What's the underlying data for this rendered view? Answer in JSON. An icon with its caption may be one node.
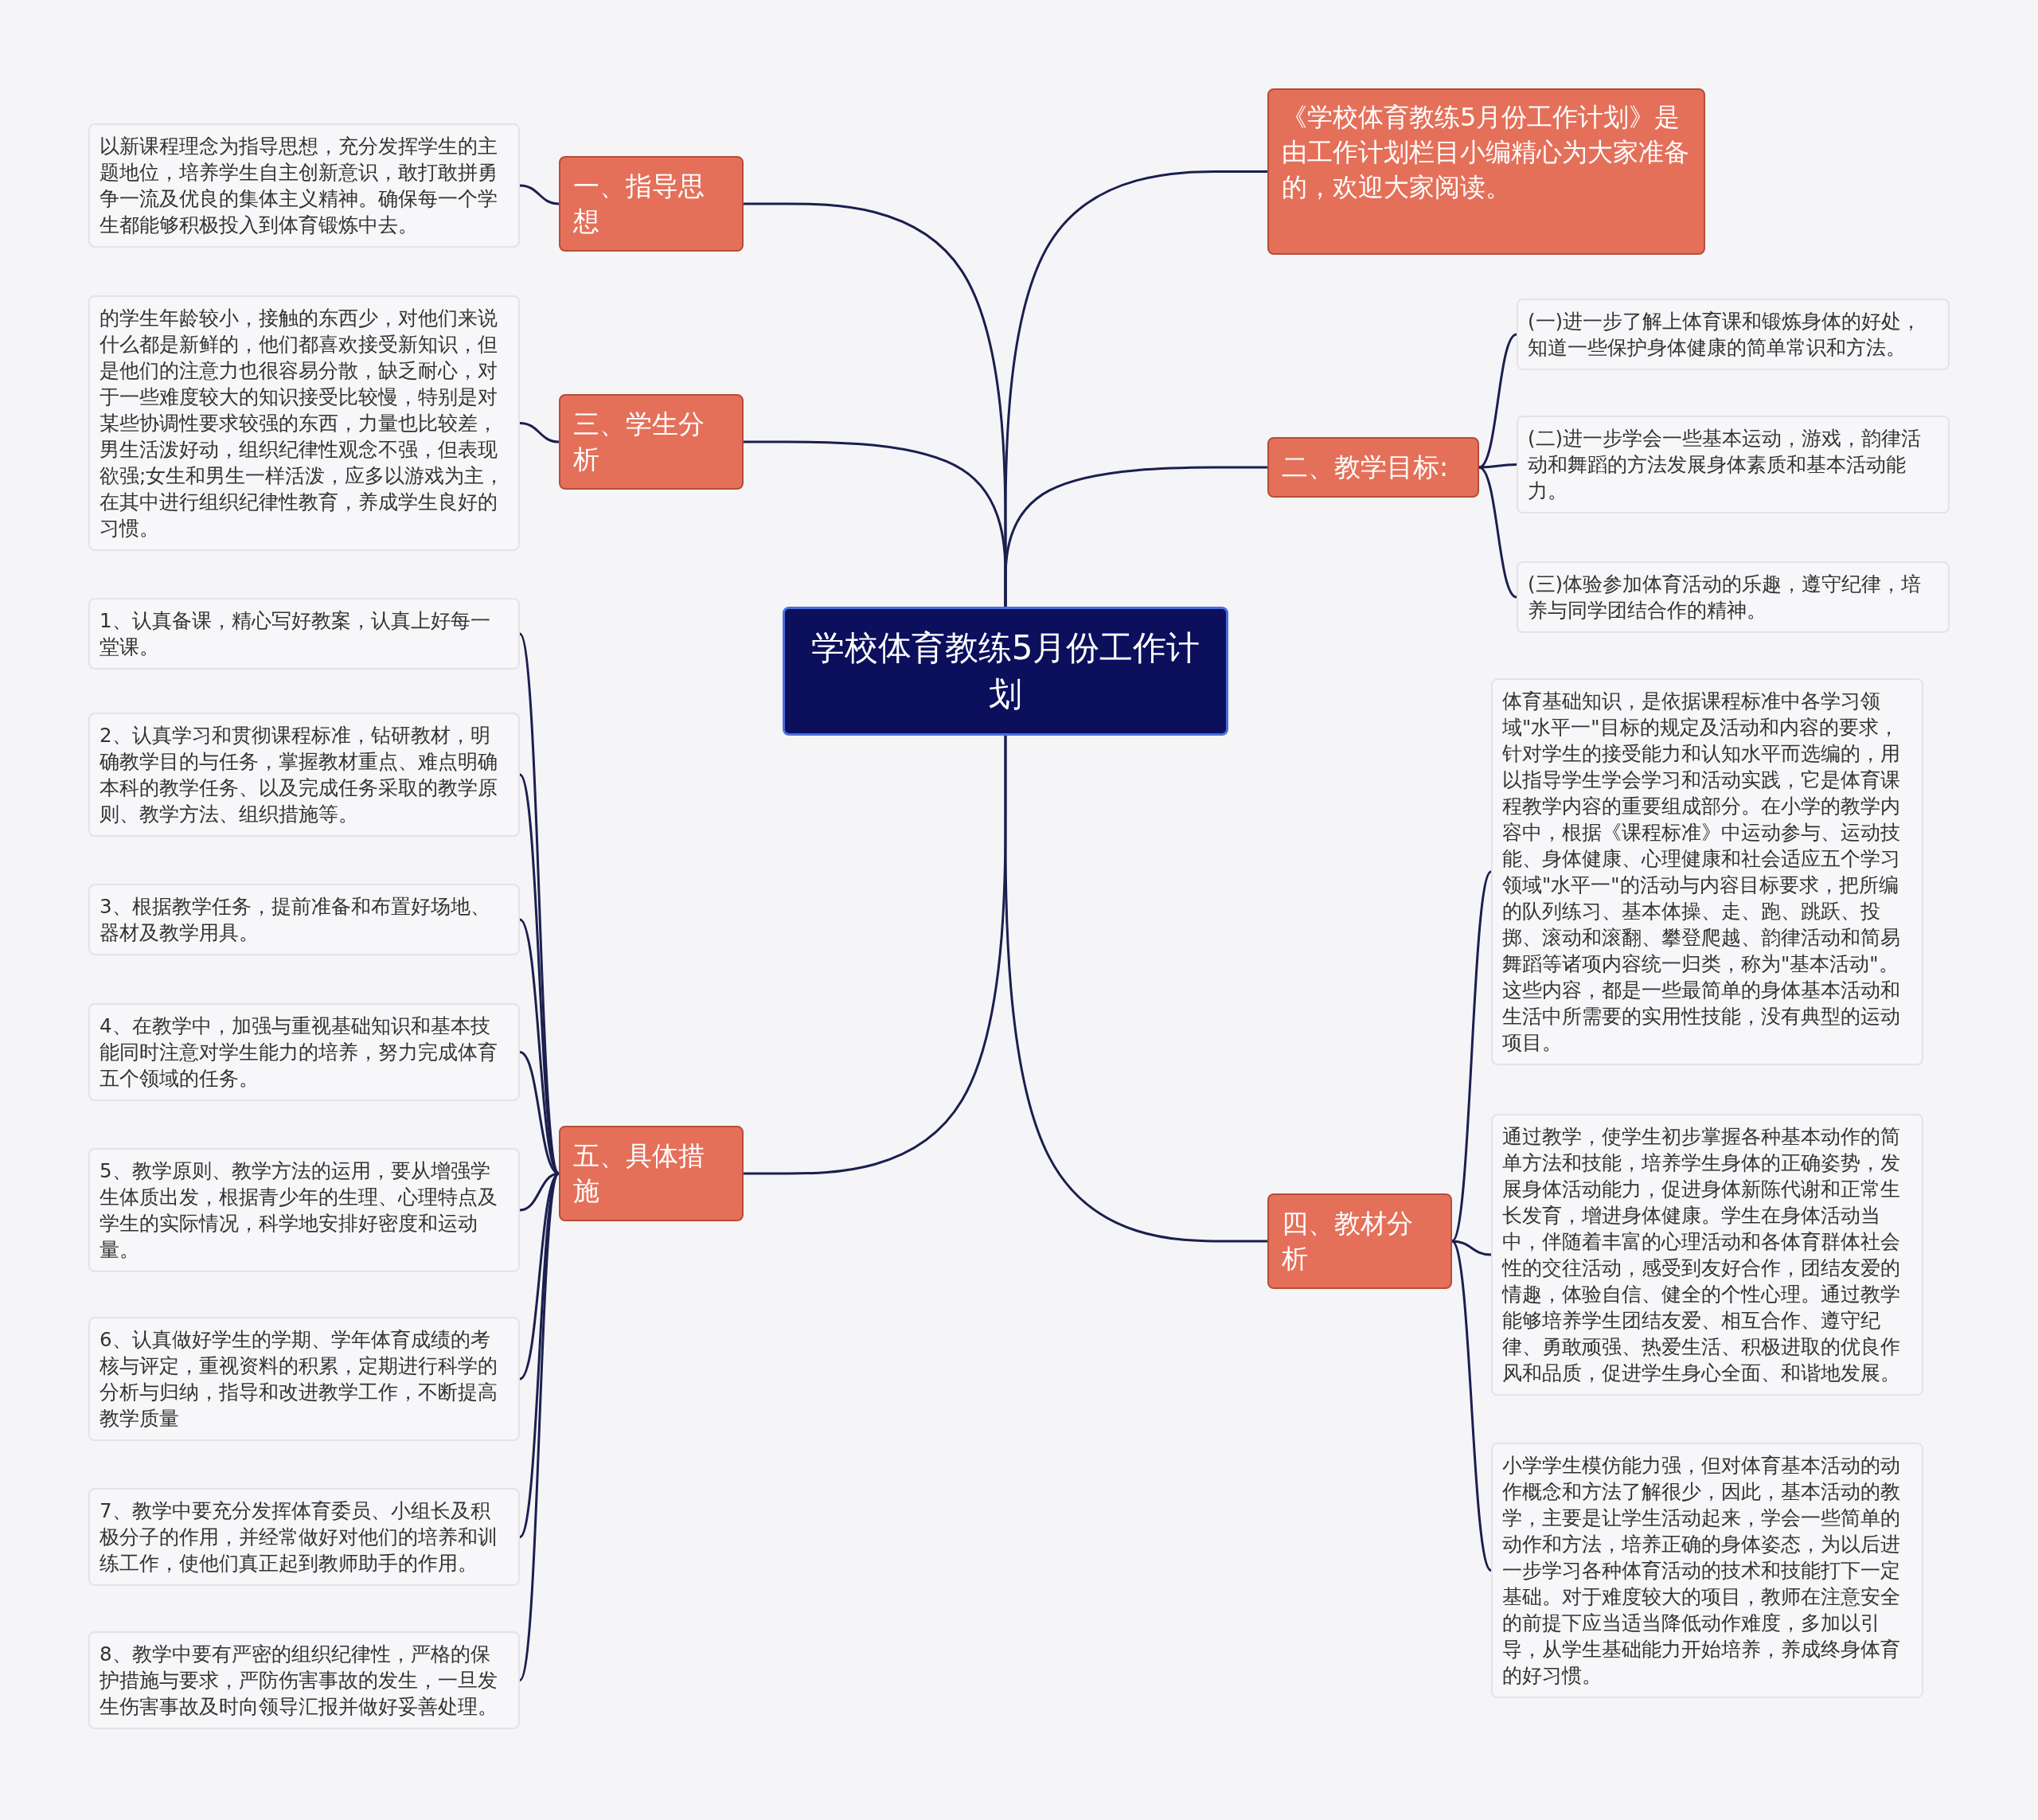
{
  "diagram": {
    "nodes": [
      {
        "text": [
          "学校体育教练5月份工作计划"
        ]
      },
      {
        "text": [
          "《学校体育教练5月份工作计划》是由工作计划栏目小编精心为大家准备的，欢迎大家阅读。"
        ]
      },
      {
        "text": [
          "一、指导思想"
        ]
      },
      {
        "text": [
          "以新课程理念为指导思想，充分发挥学生的主题地位，培养学生自主创新意识，敢打敢拼勇争一流及优良的集体主义精神。确保每一个学生都能够积极投入到体育锻炼中去。"
        ]
      },
      {
        "text": [
          "二、教学目标:"
        ]
      },
      {
        "text": [
          "(一)进一步了解上体育课和锻炼身体的好处，知道一些保护身体健康的简单常识和方法。"
        ]
      },
      {
        "text": [
          "(二)进一步学会一些基本运动，游戏，韵律活动和舞蹈的方法发展身体素质和基本活动能力。"
        ]
      },
      {
        "text": [
          "(三)体验参加体育活动的乐趣，遵守纪律，培养与同学团结合作的精神。"
        ]
      },
      {
        "text": [
          "三、学生分析"
        ]
      },
      {
        "text": [
          "的学生年龄较小，接触的东西少，对他们来说什么都是新鲜的，他们都喜欢接受新知识，但是他们的注意力也很容易分散，缺乏耐心，对于一些难度较大的知识接受比较慢，特别是对某些协调性要求较强的东西，力量也比较差，男生活泼好动，组织纪律性观念不强，但表现欲强;女生和男生一样活泼，应多以游戏为主，在其中进行组织纪律性教育，养成学生良好的习惯。"
        ]
      },
      {
        "text": [
          "四、教材分析"
        ]
      },
      {
        "text": [
          "体育基础知识，是依据课程标准中各学习领域\"水平一\"目标的规定及活动和内容的要求，针对学生的接受能力和认知水平而选编的，用以指导学生学会学习和活动实践，它是体育课程教学内容的重要组成部分。在小学的教学内容中，根据《课程标准》中运动参与、运动技能、身体健康、心理健康和社会适应五个学习领域\"水平一\"的活动与内容目标要求，把所编的队列练习、基本体操、走、跑、跳跃、投掷、滚动和滚翻、攀登爬越、韵律活动和简易舞蹈等诸项内容统一归类，称为\"基本活动\"。这些内容，都是一些最简单的身体基本活动和生活中所需要的实用性技能，没有典型的运动项目。"
        ]
      },
      {
        "text": [
          "通过教学，使学生初步掌握各种基本动作的简单方法和技能，培养学生身体的正确姿势，发展身体活动能力，促进身体新陈代谢和正常生长发育，增进身体健康。学生在身体活动当中，伴随着丰富的心理活动和各体育群体社会性的交往活动，感受到友好合作，团结友爱的情趣，体验自信、健全的个性心理。通过教学能够培养学生团结友爱、相互合作、遵守纪律、勇敢顽强、热爱生活、积极进取的优良作风和品质，促进学生身心全面、和谐地发展。"
        ]
      },
      {
        "text": [
          "小学学生模仿能力强，但对体育基本活动的动作概念和方法了解很少，因此，基本活动的教学，主要是让学生活动起来，学会一些简单的动作和方法，培养正确的身体姿态，为以后进一步学习各种体育活动的技术和技能打下一定基础。对于难度较大的项目，教师在注意安全的前提下应当适当降低动作难度，多加以引导，从学生基础能力开始培养，养成终身体育的好习惯。"
        ]
      },
      {
        "text": [
          "五、具体措施"
        ]
      },
      {
        "text": [
          "1、认真备课，精心写好教案，认真上好每一堂课。"
        ]
      },
      {
        "text": [
          "2、认真学习和贯彻课程标准，钻研教材，明确教学目的与任务，掌握教材重点、难点明确本科的教学任务、以及完成任务采取的教学原则、教学方法、组织措施等。"
        ]
      },
      {
        "text": [
          "3、根据教学任务，提前准备和布置好场地、器材及教学用具。"
        ]
      },
      {
        "text": [
          "4、在教学中，加强与重视基础知识和基本技能同时注意对学生能力的培养，努力完成体育五个领域的任务。"
        ]
      },
      {
        "text": [
          "5、教学原则、教学方法的运用，要从增强学生体质出发，根据青少年的生理、心理特点及学生的实际情况，科学地安排好密度和运动量。"
        ]
      },
      {
        "text": [
          "6、认真做好学生的学期、学年体育成绩的考核与评定，重视资料的积累，定期进行科学的分析与归纳，指导和改进教学工作，不断提高教学质量"
        ]
      },
      {
        "text": [
          "7、教学中要充分发挥体育委员、小组长及积极分子的作用，并经常做好对他们的培养和训练工作，使他们真正起到教师助手的作用。"
        ]
      },
      {
        "text": [
          "8、教学中要有严密的组织纪律性，严格的保护措施与要求，严防伤害事故的发生，一旦发生伤害事故及时向领导汇报并做好妥善处理。"
        ]
      }
    ],
    "edges": [
      {
        "from": 0,
        "to": 1,
        "arrow": "none"
      },
      {
        "from": 0,
        "to": 2,
        "arrow": "none"
      },
      {
        "from": 2,
        "to": 3,
        "arrow": "none"
      },
      {
        "from": 0,
        "to": 4,
        "arrow": "none"
      },
      {
        "from": 4,
        "to": 5,
        "arrow": "none"
      },
      {
        "from": 4,
        "to": 6,
        "arrow": "none"
      },
      {
        "from": 4,
        "to": 7,
        "arrow": "none"
      },
      {
        "from": 0,
        "to": 8,
        "arrow": "none"
      },
      {
        "from": 8,
        "to": 9,
        "arrow": "none"
      },
      {
        "from": 0,
        "to": 10,
        "arrow": "none"
      },
      {
        "from": 10,
        "to": 11,
        "arrow": "none"
      },
      {
        "from": 10,
        "to": 12,
        "arrow": "none"
      },
      {
        "from": 10,
        "to": 13,
        "arrow": "none"
      },
      {
        "from": 0,
        "to": 14,
        "arrow": "none"
      },
      {
        "from": 14,
        "to": 15,
        "arrow": "none"
      },
      {
        "from": 14,
        "to": 16,
        "arrow": "none"
      },
      {
        "from": 14,
        "to": 17,
        "arrow": "none"
      },
      {
        "from": 14,
        "to": 18,
        "arrow": "none"
      },
      {
        "from": 14,
        "to": 19,
        "arrow": "none"
      },
      {
        "from": 14,
        "to": 20,
        "arrow": "none"
      },
      {
        "from": 14,
        "to": 21,
        "arrow": "none"
      },
      {
        "from": 14,
        "to": 22,
        "arrow": "none"
      }
    ]
  }
}
